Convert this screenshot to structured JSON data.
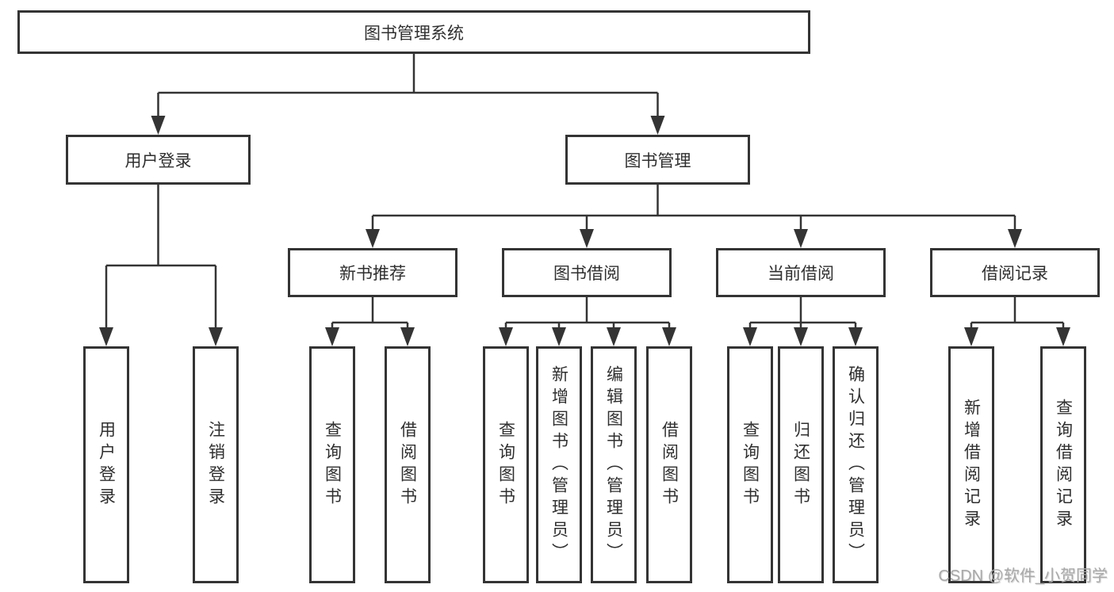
{
  "diagram": {
    "title": "图书管理系统",
    "branches": [
      {
        "label": "用户登录",
        "leaves": [
          "用户登录",
          "注销登录"
        ]
      },
      {
        "label": "图书管理",
        "groups": [
          {
            "label": "新书推荐",
            "leaves": [
              "查询图书",
              "借阅图书"
            ]
          },
          {
            "label": "图书借阅",
            "leaves": [
              "查询图书",
              "新增图书（管理员）",
              "编辑图书（管理员）",
              "借阅图书"
            ]
          },
          {
            "label": "当前借阅",
            "leaves": [
              "查询图书",
              "归还图书",
              "确认归还（管理员）"
            ]
          },
          {
            "label": "借阅记录",
            "leaves": [
              "新增借阅记录",
              "查询借阅记录"
            ]
          }
        ]
      }
    ]
  },
  "watermark": {
    "text": "CSDN @软件_小贺同学"
  },
  "colors": {
    "line": "#343434",
    "text": "#2f2f2f",
    "watermark": "#a9a9a9",
    "background": "#ffffff"
  }
}
